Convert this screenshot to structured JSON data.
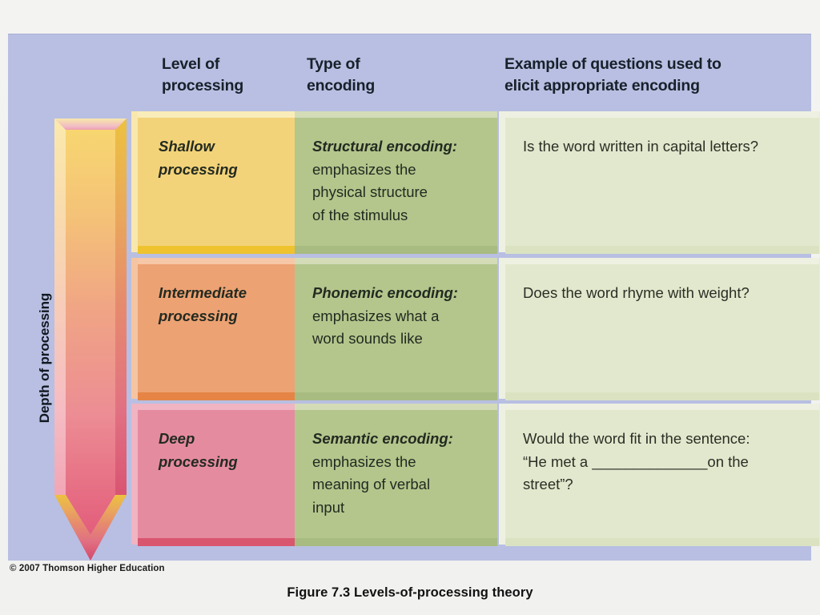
{
  "figure": {
    "caption": "Figure 7.3  Levels-of-processing theory",
    "copyright": "© 2007 Thomson Higher Education",
    "axis_label": "Depth of processing",
    "panel_color": "#b8bfe2",
    "page_background": "#f2f2f0"
  },
  "headers": {
    "level": "Level of\nprocessing",
    "type": "Type of\nencoding",
    "example": "Example of questions used to\nelicit appropriate encoding"
  },
  "arrow": {
    "name": "depth-of-processing-arrow",
    "direction": "down",
    "gradient_stops": [
      "#f6d36a",
      "#f2b477",
      "#ef9d8e",
      "#ea8097",
      "#e05a77"
    ]
  },
  "rows": [
    {
      "level": "Shallow\nprocessing",
      "level_color": "#f3d379",
      "encoding_lead": "Structural encoding:",
      "encoding_body": "emphasizes the\nphysical structure\nof the stimulus",
      "encoding_color": "#b4c68c",
      "example": "Is the word written in capital letters?",
      "example_color": "#e2e8cd"
    },
    {
      "level": "Intermediate\nprocessing",
      "level_color": "#eda273",
      "encoding_lead": "Phonemic encoding:",
      "encoding_body": "emphasizes what a\nword sounds like",
      "encoding_color": "#b4c68c",
      "example": "Does the word rhyme with weight?",
      "example_color": "#e2e8cd"
    },
    {
      "level": "Deep\nprocessing",
      "level_color": "#e58ba0",
      "encoding_lead": "Semantic encoding:",
      "encoding_body": "emphasizes the\nmeaning of verbal\ninput",
      "encoding_color": "#b4c68c",
      "example": "Would the word fit in the sentence:\n“He met a ______________on the\nstreet”?",
      "example_color": "#e2e8cd"
    }
  ]
}
